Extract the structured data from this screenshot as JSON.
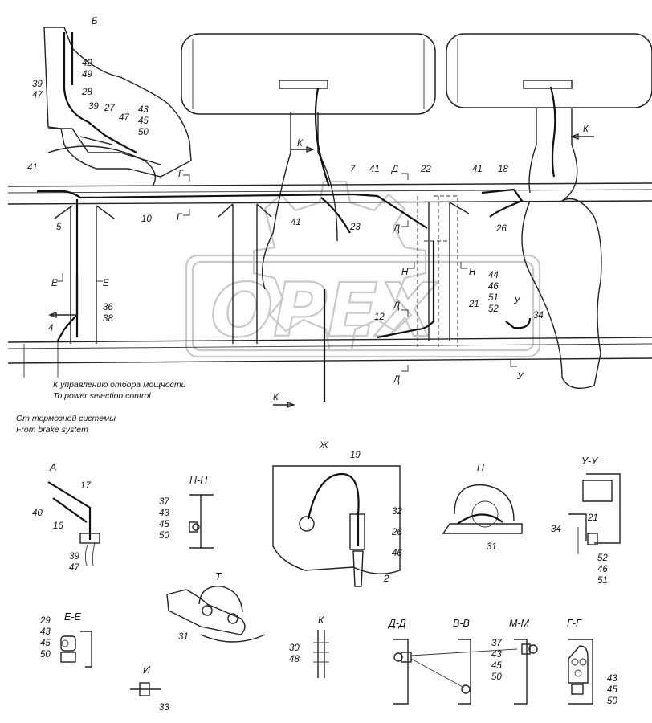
{
  "diagram": {
    "main_labels": [
      "Б",
      "42",
      "49",
      "39",
      "47",
      "28",
      "39",
      "27",
      "47",
      "43",
      "45",
      "50",
      "41",
      "К",
      "7",
      "41",
      "Д",
      "22",
      "41",
      "18",
      "К",
      "Г",
      "10",
      "Г",
      "41",
      "23",
      "Д",
      "26",
      "5",
      "Е",
      "Е",
      "Н",
      "Н",
      "44",
      "46",
      "51",
      "52",
      "36",
      "38",
      "Д",
      "12",
      "21",
      "34",
      "У",
      "4",
      "Д",
      "К",
      "Ж",
      "У"
    ],
    "notes": {
      "power_ru": "К управлению отбора мощности",
      "power_en": "To power selection control",
      "brake_ru": "От тормозной системы",
      "brake_en": "From brake system"
    },
    "details": {
      "A": {
        "title": "А",
        "labels": [
          "17",
          "40",
          "16",
          "39",
          "47"
        ]
      },
      "NN": {
        "title": "Н-Н",
        "labels": [
          "37",
          "43",
          "45",
          "50"
        ]
      },
      "ZH": {
        "labels": [
          "19",
          "32",
          "26",
          "46",
          "2"
        ]
      },
      "P": {
        "title": "П",
        "labels": [
          "31"
        ]
      },
      "UU": {
        "title": "У-У",
        "labels": [
          "21",
          "34",
          "52",
          "46",
          "51"
        ]
      },
      "T": {
        "title": "Т",
        "labels": [
          "31"
        ]
      },
      "EE": {
        "title": "Е-Е",
        "labels": [
          "29",
          "43",
          "45",
          "50"
        ]
      },
      "K": {
        "title": "К",
        "labels": [
          "30",
          "48"
        ]
      },
      "DD": {
        "title": "Д-Д"
      },
      "VV": {
        "title": "В-В"
      },
      "MM": {
        "title": "М-М",
        "labels": [
          "37",
          "43",
          "45",
          "50"
        ]
      },
      "GG": {
        "title": "Г-Г",
        "labels": [
          "43",
          "45",
          "50"
        ]
      },
      "I": {
        "title": "И",
        "labels": [
          "33"
        ]
      }
    },
    "watermark": "ОРЕХ"
  }
}
